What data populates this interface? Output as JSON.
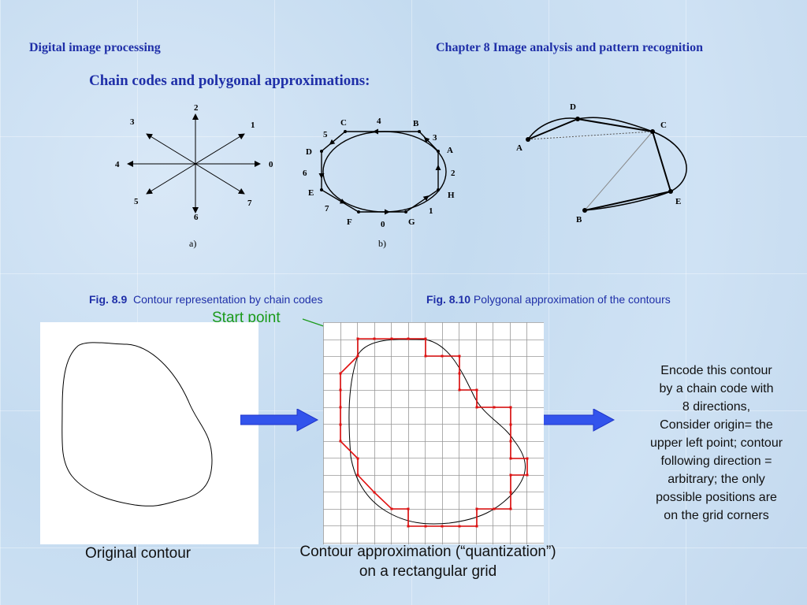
{
  "header": {
    "left": "Digital image processing",
    "right": "Chapter 8 Image analysis and pattern recognition"
  },
  "title": "Chain codes and polygonal approximations:",
  "fig_a": {
    "dirs": [
      "0",
      "1",
      "2",
      "3",
      "4",
      "5",
      "6",
      "7"
    ],
    "label": "a)"
  },
  "fig_b": {
    "vertices": [
      "A",
      "B",
      "C",
      "D",
      "E",
      "F",
      "G",
      "H"
    ],
    "codes": [
      "4",
      "3",
      "2",
      "1",
      "0",
      "7",
      "6",
      "5"
    ],
    "label": "b)"
  },
  "fig_c": {
    "points": [
      "A",
      "B",
      "C",
      "D",
      "E"
    ]
  },
  "captions": {
    "fig89_num": "Fig. 8.9",
    "fig89_text": "Contour representation by chain codes",
    "fig810_num": "Fig. 8.10",
    "fig810_text": "Polygonal approximation of the contours"
  },
  "bottom": {
    "start_point": "Start point",
    "original_label": "Original contour",
    "approx_line1": "Contour approximation (“quantization”)",
    "approx_line2": "on a rectangular grid",
    "desc_lines": [
      "Encode this contour",
      "by a chain code with",
      "8 directions,",
      "Consider origin= the",
      "upper left point; contour",
      "following direction =",
      "arbitrary; the only",
      "possible positions are",
      "on the grid corners"
    ]
  },
  "colors": {
    "heading": "#1f2fa8",
    "arrow": "#2f4ff0",
    "polygon": "#e01010",
    "start_point": "#1a9a1a"
  }
}
